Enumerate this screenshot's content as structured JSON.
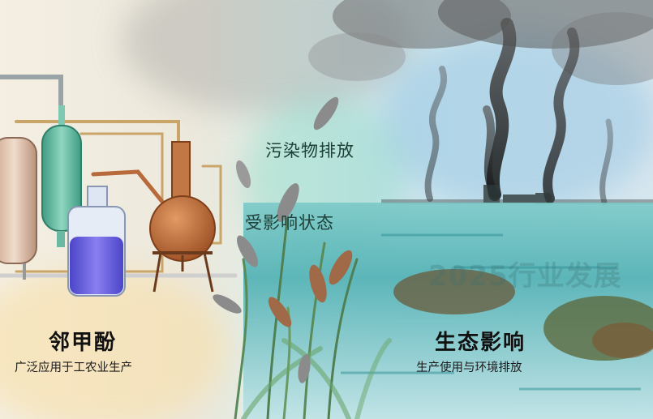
{
  "labels": {
    "pollutant": "污染物排放",
    "state": "受影响状态",
    "watermark": "2025行业发展"
  },
  "left_panel": {
    "title": "邻甲酚",
    "subtitle": "广泛应用于工农业生产"
  },
  "right_panel": {
    "title": "生态影响",
    "subtitle": "生产使用与环境排放"
  },
  "colors": {
    "water": "#3fa7ad",
    "smoke": "#2b2b2b",
    "copper": "#b86a3a",
    "green_flask": "#5fb6a0",
    "purple_liquid": "#6a5fd6"
  }
}
